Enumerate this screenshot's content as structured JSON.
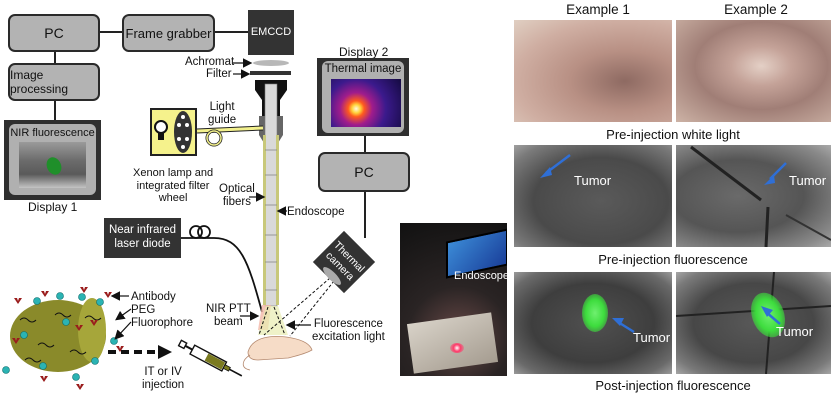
{
  "left_panel": {
    "pc_top": "PC",
    "frame_grabber": "Frame grabber",
    "emccd": "EMCCD",
    "image_processing": "Image processing",
    "display1": {
      "screen_title": "NIR fluorescence",
      "caption": "Display 1"
    },
    "achromat": "Achromat",
    "filter": "Filter",
    "light_guide": "Light\nguide",
    "xenon_lamp": "Xenon lamp and\nintegrated filter\nwheel",
    "optical_fibers": "Optical\nfibers",
    "endoscope": "Endoscope",
    "laser_diode": "Near infrared\nlaser diode",
    "display2": {
      "caption": "Display 2",
      "screen_title": "Thermal image"
    },
    "pc_right": "PC",
    "thermal_camera": "Thermal\ncamera",
    "nir_ptt_beam": "NIR PTT\nbeam",
    "fluorescence_excitation": "Fluorescence\nexcitation light",
    "nanoparticle_labels": {
      "antibody": "Antibody",
      "peg": "PEG",
      "fluorophore": "Fluorophore"
    },
    "injection": "IT or IV\ninjection"
  },
  "middle_photo": {
    "label": "Endoscope"
  },
  "right_panel": {
    "columns": [
      "Example 1",
      "Example 2"
    ],
    "rows": [
      {
        "caption": "Pre-injection white light",
        "tumor_labels": []
      },
      {
        "caption": "Pre-injection fluorescence",
        "tumor_labels": [
          "Tumor",
          "Tumor"
        ]
      },
      {
        "caption": "Post-injection fluorescence",
        "tumor_labels": [
          "Tumor",
          "Tumor"
        ]
      }
    ]
  },
  "colors": {
    "box_gray": "#b3b3b3",
    "dark_box": "#333333",
    "fluorescence_green": "#3ddc3d",
    "arrow_blue": "#2f6fd6",
    "light_guide_yellow": "#f2f08c",
    "lamp_box_yellow": "#f5f28c",
    "nanoparticle_olive": "#8a8a2a"
  }
}
